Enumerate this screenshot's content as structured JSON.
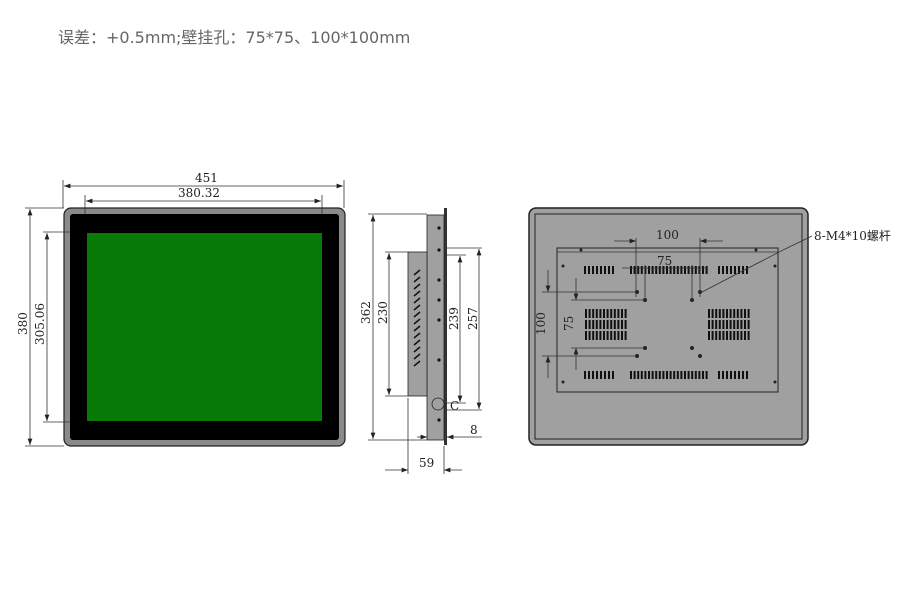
{
  "note": "误差：+0.5mm;壁挂孔：75*75、100*100mm",
  "front_view": {
    "width_outer": "451",
    "width_display": "380.32",
    "height_outer": "380",
    "height_display": "305.06",
    "screen_color": "#077a07"
  },
  "side_view": {
    "height_outer": "362",
    "height_box": "230",
    "height_cutout_a": "239",
    "height_cutout_b": "257",
    "bezel_thickness": "8",
    "depth": "59",
    "clip_label": "C"
  },
  "back_view": {
    "vesa_large_h": "100",
    "vesa_small_h": "75",
    "vesa_large_v": "100",
    "vesa_small_v": "75",
    "screw_callout": "8-M4*10螺杆"
  }
}
